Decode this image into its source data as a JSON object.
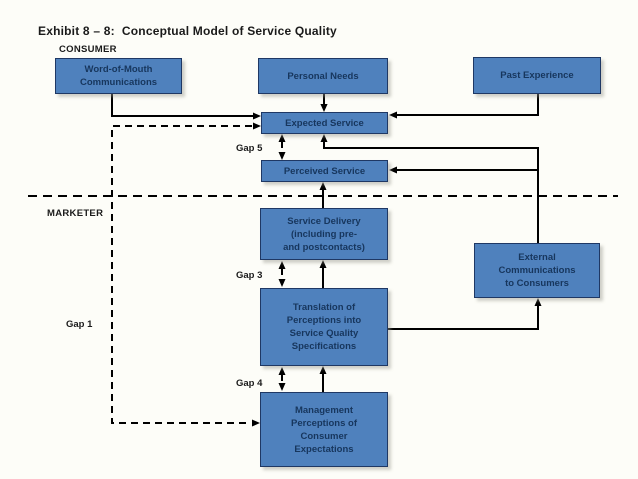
{
  "title": "Exhibit 8 – 8:  Conceptual Model of Service Quality",
  "regions": {
    "consumer": "CONSUMER",
    "marketer": "MARKETER"
  },
  "gaps": {
    "gap1": "Gap 1",
    "gap3": "Gap 3",
    "gap4": "Gap 4",
    "gap5": "Gap 5"
  },
  "boxes": {
    "word_of_mouth": {
      "label": "Word-of-Mouth\nCommunications"
    },
    "personal_needs": {
      "label": "Personal Needs"
    },
    "past_experience": {
      "label": "Past Experience"
    },
    "expected_service": {
      "label": "Expected Service"
    },
    "perceived_service": {
      "label": "Perceived Service"
    },
    "service_delivery": {
      "label": "Service Delivery\n(including pre-\nand postcontacts)"
    },
    "external_communications": {
      "label": "External\nCommunications\nto Consumers"
    },
    "translation": {
      "label": "Translation of\nPerceptions into\nService Quality\nSpecifications"
    },
    "management": {
      "label": "Management\nPerceptions of\nConsumer\nExpectations"
    }
  },
  "edges": [
    {
      "from": "word-of-mouth-communications",
      "to": "expected-service",
      "style": "solid"
    },
    {
      "from": "personal-needs",
      "to": "expected-service",
      "style": "solid"
    },
    {
      "from": "past-experience",
      "to": "expected-service",
      "style": "solid"
    },
    {
      "from": "external-communications-to-consumers",
      "to": "expected-service",
      "style": "solid"
    },
    {
      "from": "external-communications-to-consumers",
      "to": "perceived-service",
      "style": "solid"
    },
    {
      "from": "service-delivery",
      "to": "perceived-service",
      "style": "solid"
    },
    {
      "from": "translation-of-perceptions",
      "to": "service-delivery",
      "style": "solid"
    },
    {
      "from": "management-perceptions",
      "to": "translation-of-perceptions",
      "style": "solid"
    },
    {
      "from": "translation-of-perceptions",
      "to": "external-communications-to-consumers",
      "style": "solid"
    },
    {
      "from": "expected-service",
      "to": "management-perceptions",
      "style": "dashed",
      "label": "Gap 1"
    },
    {
      "from": "expected-service",
      "to": "perceived-service",
      "style": "dashed-double-arrow",
      "label": "Gap 5"
    },
    {
      "from": "service-delivery",
      "to": "translation-of-perceptions",
      "style": "dashed-double-arrow",
      "label": "Gap 3"
    },
    {
      "from": "translation-of-perceptions",
      "to": "management-perceptions",
      "style": "dashed-double-arrow",
      "label": "Gap 4"
    }
  ],
  "colors": {
    "box_fill": "#4f81bd",
    "box_border": "#1f3864",
    "box_text": "#17365d",
    "line_color": "#000000",
    "bg": "#fdfdf8",
    "label_text": "#1a1a1a"
  }
}
